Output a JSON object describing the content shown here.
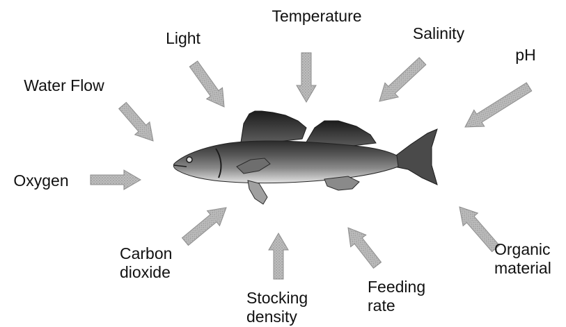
{
  "diagram": {
    "factors": [
      {
        "id": "temperature",
        "lines": [
          "Temperature"
        ]
      },
      {
        "id": "light",
        "lines": [
          "Light"
        ]
      },
      {
        "id": "salinity",
        "lines": [
          "Salinity"
        ]
      },
      {
        "id": "ph",
        "lines": [
          "pH"
        ]
      },
      {
        "id": "water-flow",
        "lines": [
          "Water Flow"
        ]
      },
      {
        "id": "oxygen",
        "lines": [
          "Oxygen"
        ]
      },
      {
        "id": "carbon-dioxide",
        "lines": [
          "Carbon",
          "dioxide"
        ]
      },
      {
        "id": "stocking-density",
        "lines": [
          "Stocking",
          "density"
        ]
      },
      {
        "id": "feeding-rate",
        "lines": [
          "Feeding",
          "rate"
        ]
      },
      {
        "id": "organic-material",
        "lines": [
          "Organic",
          "material"
        ]
      }
    ],
    "colors": {
      "arrow_fill": "#b5b5b5",
      "arrow_stroke": "#8c8c8c",
      "text": "#111111",
      "fish_back": "#2b2b2b",
      "fish_side": "#7d7d7d",
      "fish_belly": "#e3e3e3"
    },
    "center_image": "walleye-fish"
  }
}
